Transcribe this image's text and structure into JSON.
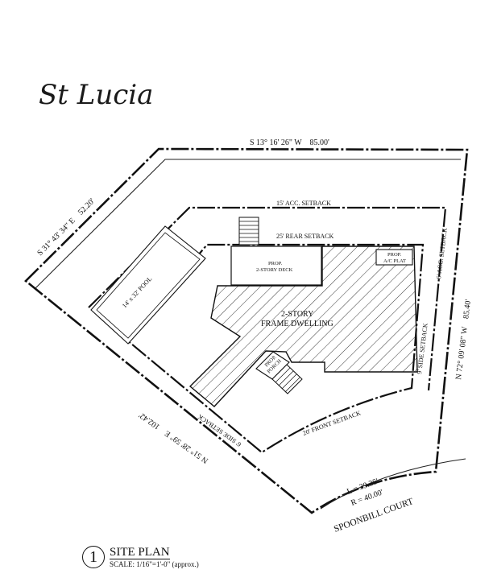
{
  "title": "St Lucia",
  "bearings": {
    "north": "S 13° 16' 26\" W    85.00'",
    "west": "S 31° 43' 34\" E    52.20'",
    "east": "N 72° 09' 08\" W    85.40'",
    "southwest": "N 51° 28' 59\" E    102.42'"
  },
  "setbacks": {
    "acc_rear": "15' ACC. SETBACK",
    "acc_side": "6' ACC. SETBACK",
    "rear": "25' REAR SETBACK",
    "side_right": "9' SIDE SETBACK",
    "side_left": "6' SIDE SETBACK",
    "front": "20' FRONT SETBACK"
  },
  "features": {
    "pool": "14' x 32' POOL",
    "deck_line1": "PROP.",
    "deck_line2": "2-STORY DECK",
    "ac_line1": "PROP.",
    "ac_line2": "A/C PLAT",
    "dwelling_line1": "2-STORY",
    "dwelling_line2": "FRAME DWELLING",
    "porch_line1": "PROP.",
    "porch_line2": "PORCH"
  },
  "curve": {
    "length": "L = 39.35'",
    "radius": "R = 40.00'"
  },
  "street": "SPOONBILL COURT",
  "footer": {
    "number": "1",
    "title": "SITE PLAN",
    "scale": "SCALE: 1/16\"=1'-0\" (approx.)"
  }
}
